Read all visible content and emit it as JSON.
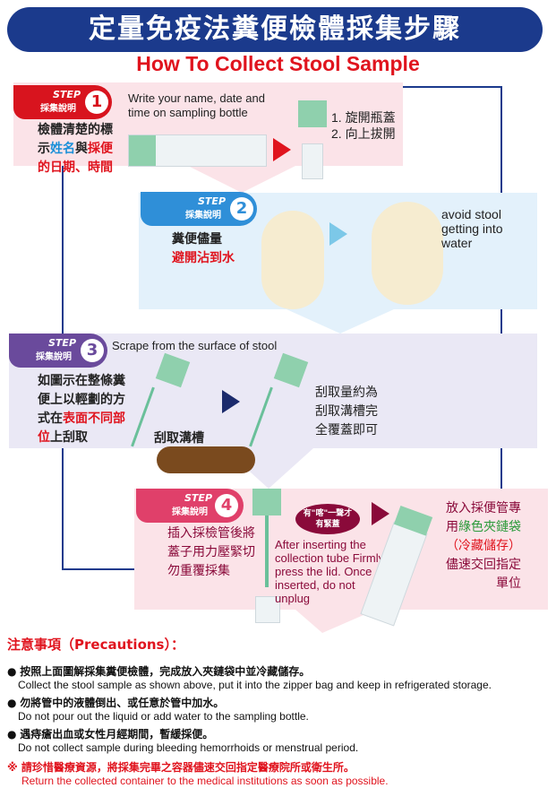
{
  "title": "定量免疫法糞便檢體採集步驟",
  "subtitle": "How To Collect Stool Sample",
  "step_label": "STEP",
  "step_sub": "採集說明",
  "step1": {
    "num": "1",
    "en": "Write your name, date and time on sampling bottle",
    "cn_a": "檢體清楚的標示",
    "cn_name": "姓名",
    "cn_and": "與",
    "cn_date_a": "採便",
    "cn_date_b": "的日期、時間",
    "open1": "1. 旋開瓶蓋",
    "open2": "2. 向上拔開"
  },
  "step2": {
    "num": "2",
    "cn1": "糞便儘量",
    "cn2": "避開沾到水",
    "en": "avoid stool getting into water"
  },
  "step3": {
    "num": "3",
    "en": "Scrape from the surface of stool",
    "cn_a": "如圖示在整條糞便上以輕劃的方式在",
    "cn_b": "表面不同部位",
    "cn_c": "上刮取",
    "groove": "刮取溝槽",
    "amount": "刮取量約為刮取溝槽完全覆蓋即可"
  },
  "step4": {
    "num": "4",
    "cn": "插入採檢管後將蓋子用力壓緊切勿重覆採集",
    "click": "有\"喀\"一聲才有緊蓋",
    "en": "After inserting the collection tube Firmly press the lid. Once inserted, do not unplug",
    "put_a": "放入採便管專用",
    "put_green": "綠色夾鏈袋",
    "put_red": "（冷藏儲存）",
    "put_b": "儘速交回指定單位"
  },
  "precautions": {
    "heading": "注意事項（Precautions）：",
    "items": [
      {
        "cn": "按照上面圖解採集糞便檢體，完成放入夾鏈袋中並冷藏儲存。",
        "en": "Collect the stool sample as shown above, put it into the zipper bag and keep in refrigerated storage."
      },
      {
        "cn": "勿將管中的液體倒出、或任意於管中加水。",
        "en": "Do not pour out the liquid or add water to the sampling bottle."
      },
      {
        "cn": "遇痔瘡出血或女性月經期間，暫緩採便。",
        "en": "Do not collect sample during bleeding hemorrhoids or menstrual period."
      }
    ],
    "note_cn": "※ 請珍惜醫療資源，將採集完畢之容器儘速交回指定醫療院所或衛生所。",
    "note_en": "Return the collected container to the medical institutions as soon as possible."
  }
}
